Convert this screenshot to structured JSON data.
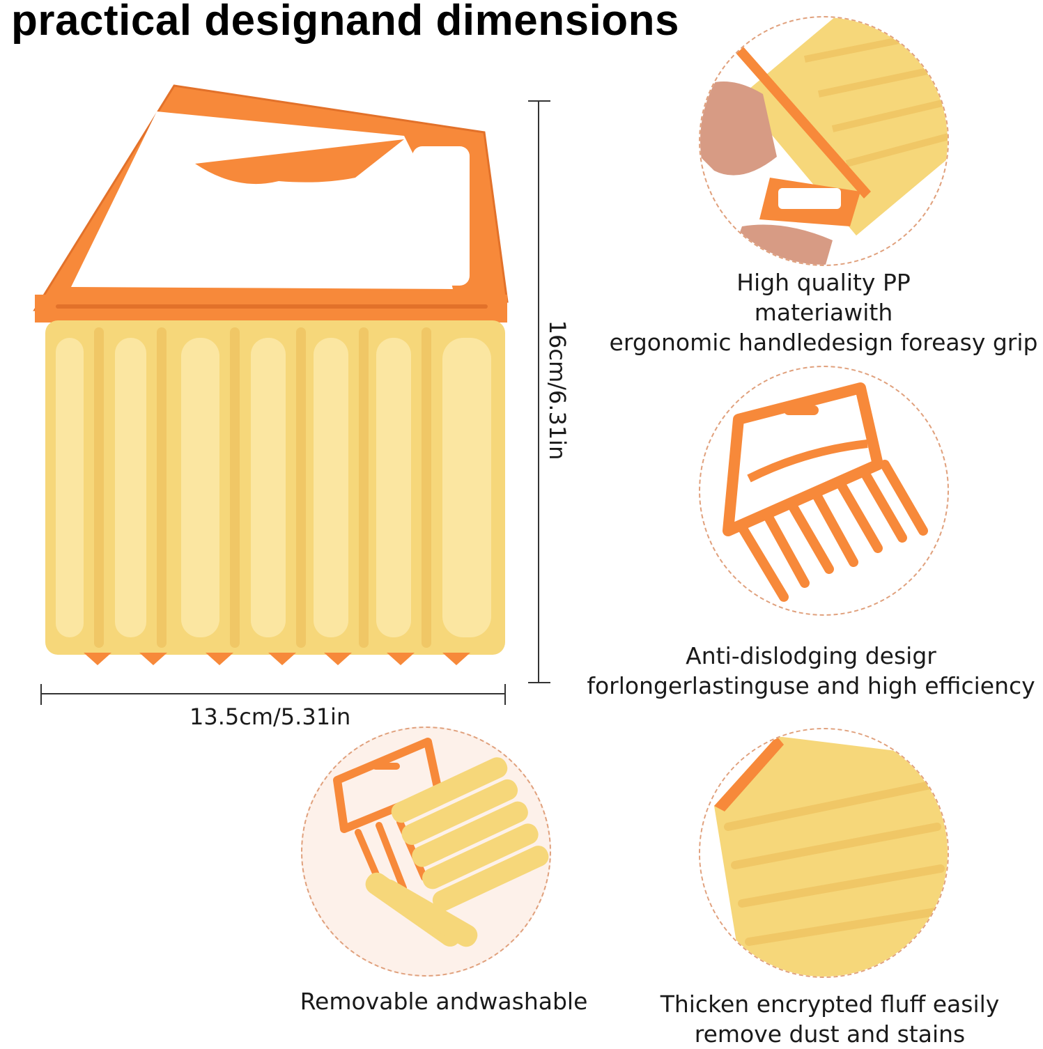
{
  "title": "practical designand dimensions",
  "dimensions": {
    "height_label": "16cm/6.31in",
    "width_label": "13.5cm/5.31in"
  },
  "features": [
    {
      "lines": [
        "High quality PP",
        "materiawith",
        "ergonomic handledesign foreasy grip"
      ]
    },
    {
      "lines": [
        "Anti-dislodging desigr",
        "forlongerlastinguse and high efficiency"
      ]
    },
    {
      "lines": [
        "Removable andwashable"
      ]
    },
    {
      "lines": [
        "Thicken encrypted fluff easily",
        "remove dust and stains"
      ]
    }
  ],
  "colors": {
    "handle_orange": "#f7893a",
    "fluff_yellow": "#f6d77a",
    "circle_border": "#e0a07c"
  }
}
